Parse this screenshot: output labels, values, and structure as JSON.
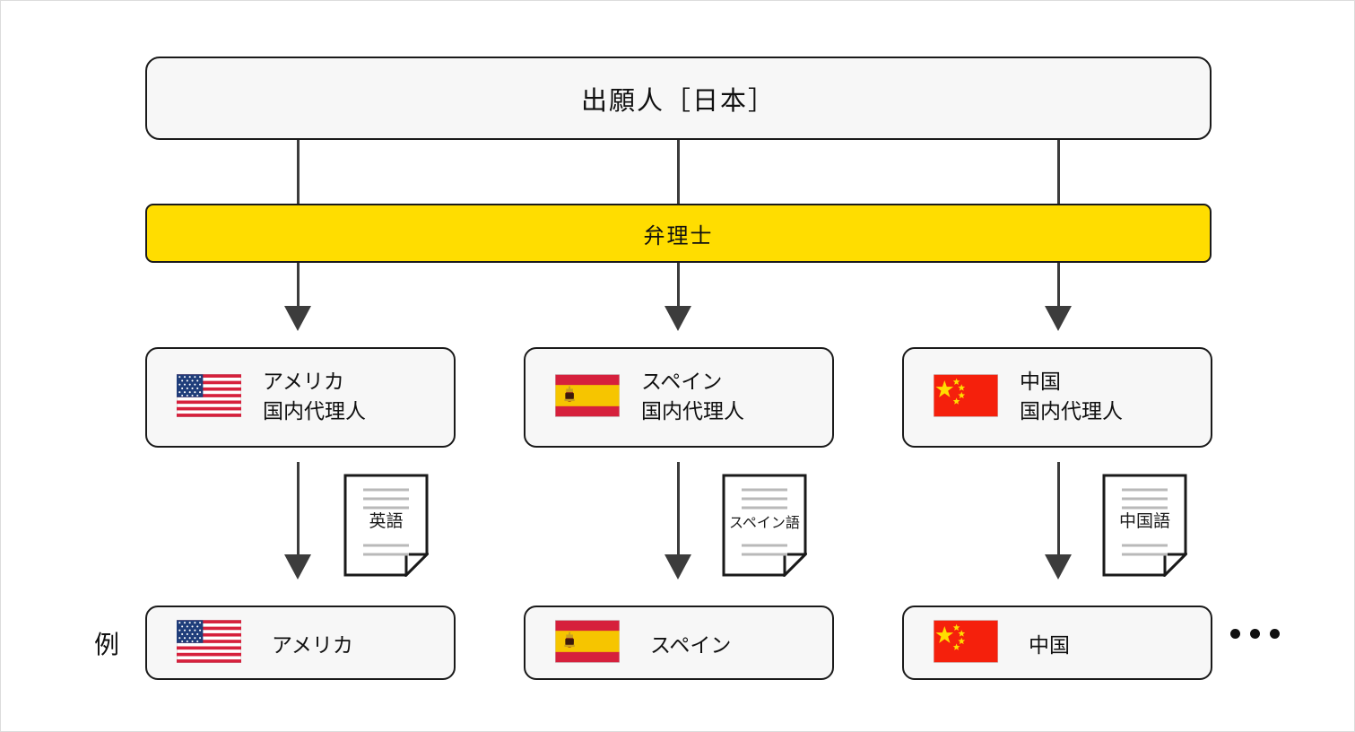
{
  "diagram": {
    "title": "出願人［日本］",
    "bar": {
      "label": "弁理士",
      "color": "#FFDD00"
    },
    "example_label": "例",
    "ellipsis": "•••",
    "agents": [
      {
        "flag": "us-flag-icon",
        "line1": "アメリカ",
        "line2": "国内代理人",
        "label": "アメリカ\n国内代理人"
      },
      {
        "flag": "spain-flag-icon",
        "line1": "スペイン",
        "line2": "国内代理人",
        "label": "スペイン\n国内代理人"
      },
      {
        "flag": "china-flag-icon",
        "line1": "中国",
        "line2": "国内代理人",
        "label": "中国\n国内代理人"
      }
    ],
    "documents": [
      {
        "icon": "document-icon",
        "language": "英語"
      },
      {
        "icon": "document-icon",
        "language": "スペイン語"
      },
      {
        "icon": "document-icon",
        "language": "中国語"
      }
    ],
    "countries": [
      {
        "flag": "us-flag-icon",
        "label": "アメリカ"
      },
      {
        "flag": "spain-flag-icon",
        "label": "スペイン"
      },
      {
        "flag": "china-flag-icon",
        "label": "中国"
      }
    ],
    "colors": {
      "box_fill": "#f7f7f7",
      "box_border": "#1a1a1a",
      "arrow": "#3c3c3c",
      "accent_yellow": "#FFDD00",
      "frame": "#dcdcdc"
    }
  }
}
